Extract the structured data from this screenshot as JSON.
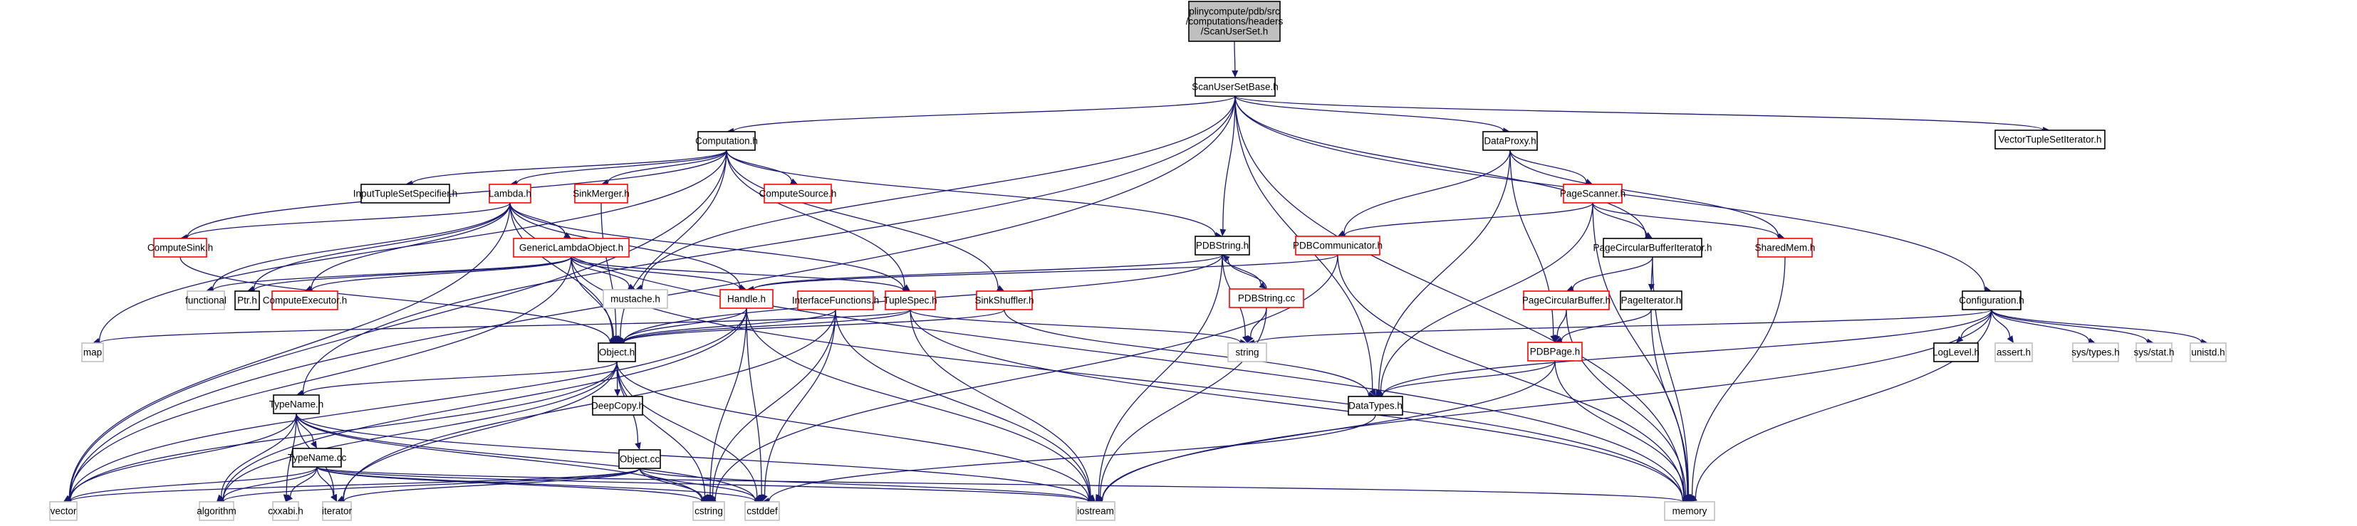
{
  "diagram": {
    "title": "Include dependency graph for ScanUserSet.h",
    "legend_colors": {
      "root_fill": "#bfbfbf",
      "documented_border": "#000000",
      "truncated_border": "#ff0000",
      "external_border": "#bfbfbf",
      "edge": "#191970"
    },
    "nodes": [
      {
        "id": "root",
        "label": "plinycompute/pdb/src\n/computations/headers\n/ScanUserSet.h",
        "kind": "root"
      },
      {
        "id": "ScanUserSetBase",
        "label": "ScanUserSetBase.h",
        "kind": "doc"
      },
      {
        "id": "Computation",
        "label": "Computation.h",
        "kind": "doc"
      },
      {
        "id": "DataProxy",
        "label": "DataProxy.h",
        "kind": "doc"
      },
      {
        "id": "VectorTupleSetIterator",
        "label": "VectorTupleSetIterator.h",
        "kind": "doc"
      },
      {
        "id": "InputTupleSetSpecifier",
        "label": "InputTupleSetSpecifier.h",
        "kind": "doc"
      },
      {
        "id": "Lambda",
        "label": "Lambda.h",
        "kind": "trunc"
      },
      {
        "id": "SinkMerger",
        "label": "SinkMerger.h",
        "kind": "trunc"
      },
      {
        "id": "ComputeSource",
        "label": "ComputeSource.h",
        "kind": "trunc"
      },
      {
        "id": "PageScanner",
        "label": "PageScanner.h",
        "kind": "trunc"
      },
      {
        "id": "ComputeSink",
        "label": "ComputeSink.h",
        "kind": "trunc"
      },
      {
        "id": "GenericLambdaObject",
        "label": "GenericLambdaObject.h",
        "kind": "trunc"
      },
      {
        "id": "PDBString",
        "label": "PDBString.h",
        "kind": "doc"
      },
      {
        "id": "PDBCommunicator",
        "label": "PDBCommunicator.h",
        "kind": "trunc"
      },
      {
        "id": "PageCircularBufferIterator",
        "label": "PageCircularBufferIterator.h",
        "kind": "doc"
      },
      {
        "id": "SharedMem",
        "label": "SharedMem.h",
        "kind": "trunc"
      },
      {
        "id": "functional",
        "label": "functional",
        "kind": "ext"
      },
      {
        "id": "Ptr",
        "label": "Ptr.h",
        "kind": "doc"
      },
      {
        "id": "ComputeExecutor",
        "label": "ComputeExecutor.h",
        "kind": "trunc"
      },
      {
        "id": "mustache",
        "label": "mustache.h",
        "kind": "ext"
      },
      {
        "id": "Handle",
        "label": "Handle.h",
        "kind": "trunc"
      },
      {
        "id": "InterfaceFunctions",
        "label": "InterfaceFunctions.h",
        "kind": "trunc"
      },
      {
        "id": "TupleSpec",
        "label": "TupleSpec.h",
        "kind": "trunc"
      },
      {
        "id": "SinkShuffler",
        "label": "SinkShuffler.h",
        "kind": "trunc"
      },
      {
        "id": "PDBStringCC",
        "label": "PDBString.cc",
        "kind": "trunc"
      },
      {
        "id": "PageCircularBuffer",
        "label": "PageCircularBuffer.h",
        "kind": "trunc"
      },
      {
        "id": "PageIterator",
        "label": "PageIterator.h",
        "kind": "doc"
      },
      {
        "id": "Configuration",
        "label": "Configuration.h",
        "kind": "doc"
      },
      {
        "id": "map",
        "label": "map",
        "kind": "ext"
      },
      {
        "id": "Object",
        "label": "Object.h",
        "kind": "doc"
      },
      {
        "id": "string",
        "label": "string",
        "kind": "ext"
      },
      {
        "id": "PDBPage",
        "label": "PDBPage.h",
        "kind": "trunc"
      },
      {
        "id": "LogLevel",
        "label": "LogLevel.h",
        "kind": "doc"
      },
      {
        "id": "assert",
        "label": "assert.h",
        "kind": "ext"
      },
      {
        "id": "systypes",
        "label": "sys/types.h",
        "kind": "ext"
      },
      {
        "id": "sysstat",
        "label": "sys/stat.h",
        "kind": "ext"
      },
      {
        "id": "unistd",
        "label": "unistd.h",
        "kind": "ext"
      },
      {
        "id": "TypeName",
        "label": "TypeName.h",
        "kind": "doc"
      },
      {
        "id": "DeepCopy",
        "label": "DeepCopy.h",
        "kind": "doc"
      },
      {
        "id": "DataTypes",
        "label": "DataTypes.h",
        "kind": "doc"
      },
      {
        "id": "TypeNameCC",
        "label": "TypeName.cc",
        "kind": "doc"
      },
      {
        "id": "ObjectCC",
        "label": "Object.cc",
        "kind": "doc"
      },
      {
        "id": "vector",
        "label": "vector",
        "kind": "ext"
      },
      {
        "id": "algorithm",
        "label": "algorithm",
        "kind": "ext"
      },
      {
        "id": "cxxabi",
        "label": "cxxabi.h",
        "kind": "ext"
      },
      {
        "id": "iterator",
        "label": "iterator",
        "kind": "ext"
      },
      {
        "id": "cstring",
        "label": "cstring",
        "kind": "ext"
      },
      {
        "id": "cstddef",
        "label": "cstddef",
        "kind": "ext"
      },
      {
        "id": "iostream",
        "label": "iostream",
        "kind": "ext"
      },
      {
        "id": "memory",
        "label": "memory",
        "kind": "ext"
      }
    ],
    "edges": [
      [
        "root",
        "ScanUserSetBase"
      ],
      [
        "ScanUserSetBase",
        "Computation"
      ],
      [
        "ScanUserSetBase",
        "DataProxy"
      ],
      [
        "ScanUserSetBase",
        "VectorTupleSetIterator"
      ],
      [
        "ScanUserSetBase",
        "vector"
      ],
      [
        "ScanUserSetBase",
        "TypeName"
      ],
      [
        "ScanUserSetBase",
        "mustache"
      ],
      [
        "ScanUserSetBase",
        "PDBString"
      ],
      [
        "ScanUserSetBase",
        "DataTypes"
      ],
      [
        "ScanUserSetBase",
        "PageCircularBufferIterator"
      ],
      [
        "ScanUserSetBase",
        "Configuration"
      ],
      [
        "ScanUserSetBase",
        "memory"
      ],
      [
        "Computation",
        "InputTupleSetSpecifier"
      ],
      [
        "Computation",
        "Lambda"
      ],
      [
        "Computation",
        "SinkMerger"
      ],
      [
        "Computation",
        "ComputeSource"
      ],
      [
        "Computation",
        "ComputeSink"
      ],
      [
        "Computation",
        "SinkShuffler"
      ],
      [
        "Computation",
        "PDBString"
      ],
      [
        "Computation",
        "map"
      ],
      [
        "Computation",
        "vector"
      ],
      [
        "Computation",
        "Object"
      ],
      [
        "Computation",
        "TupleSpec"
      ],
      [
        "Lambda",
        "GenericLambdaObject"
      ],
      [
        "Lambda",
        "ComputeSink"
      ],
      [
        "Lambda",
        "functional"
      ],
      [
        "Lambda",
        "Ptr"
      ],
      [
        "Lambda",
        "ComputeExecutor"
      ],
      [
        "Lambda",
        "Handle"
      ],
      [
        "Lambda",
        "TupleSpec"
      ],
      [
        "Lambda",
        "vector"
      ],
      [
        "Lambda",
        "Object"
      ],
      [
        "Lambda",
        "memory"
      ],
      [
        "GenericLambdaObject",
        "functional"
      ],
      [
        "GenericLambdaObject",
        "Ptr"
      ],
      [
        "GenericLambdaObject",
        "ComputeExecutor"
      ],
      [
        "GenericLambdaObject",
        "mustache"
      ],
      [
        "GenericLambdaObject",
        "Handle"
      ],
      [
        "GenericLambdaObject",
        "Object"
      ],
      [
        "GenericLambdaObject",
        "TupleSpec"
      ],
      [
        "GenericLambdaObject",
        "vector"
      ],
      [
        "GenericLambdaObject",
        "memory"
      ],
      [
        "SinkMerger",
        "Object"
      ],
      [
        "ComputeSink",
        "Object"
      ],
      [
        "SinkShuffler",
        "Object"
      ],
      [
        "SinkShuffler",
        "DataTypes"
      ],
      [
        "DataProxy",
        "PageScanner"
      ],
      [
        "DataProxy",
        "PDBCommunicator"
      ],
      [
        "DataProxy",
        "DataTypes"
      ],
      [
        "DataProxy",
        "PDBPage"
      ],
      [
        "DataProxy",
        "SharedMem"
      ],
      [
        "PageScanner",
        "PDBCommunicator"
      ],
      [
        "PageScanner",
        "PageCircularBufferIterator"
      ],
      [
        "PageScanner",
        "SharedMem"
      ],
      [
        "PageScanner",
        "DataTypes"
      ],
      [
        "PageScanner",
        "memory"
      ],
      [
        "PDBCommunicator",
        "Handle"
      ],
      [
        "PDBCommunicator",
        "memory"
      ],
      [
        "PDBCommunicator",
        "cstring"
      ],
      [
        "PageCircularBufferIterator",
        "PageCircularBuffer"
      ],
      [
        "PageCircularBufferIterator",
        "PageIterator"
      ],
      [
        "PageCircularBufferIterator",
        "memory"
      ],
      [
        "PageCircularBuffer",
        "PDBPage"
      ],
      [
        "PageCircularBuffer",
        "memory"
      ],
      [
        "PageIterator",
        "PDBPage"
      ],
      [
        "PageIterator",
        "memory"
      ],
      [
        "PDBPage",
        "DataTypes"
      ],
      [
        "PDBPage",
        "memory"
      ],
      [
        "PDBPage",
        "iostream"
      ],
      [
        "SharedMem",
        "memory"
      ],
      [
        "PDBString",
        "PDBStringCC"
      ],
      [
        "PDBString",
        "string"
      ],
      [
        "PDBString",
        "Handle"
      ],
      [
        "PDBString",
        "Object"
      ],
      [
        "PDBString",
        "iostream"
      ],
      [
        "PDBStringCC",
        "PDBString"
      ],
      [
        "PDBStringCC",
        "string"
      ],
      [
        "PDBStringCC",
        "iostream"
      ],
      [
        "Handle",
        "Object"
      ],
      [
        "Handle",
        "cstddef"
      ],
      [
        "Handle",
        "cstring"
      ],
      [
        "Handle",
        "iostream"
      ],
      [
        "Handle",
        "vector"
      ],
      [
        "Handle",
        "algorithm"
      ],
      [
        "InterfaceFunctions",
        "Object"
      ],
      [
        "InterfaceFunctions",
        "cstddef"
      ],
      [
        "InterfaceFunctions",
        "iostream"
      ],
      [
        "InterfaceFunctions",
        "cstring"
      ],
      [
        "InterfaceFunctions",
        "iterator"
      ],
      [
        "TupleSpec",
        "Object"
      ],
      [
        "TupleSpec",
        "string"
      ],
      [
        "TupleSpec",
        "iostream"
      ],
      [
        "TupleSpec",
        "memory"
      ],
      [
        "TupleSpec",
        "map"
      ],
      [
        "Configuration",
        "LogLevel"
      ],
      [
        "Configuration",
        "assert"
      ],
      [
        "Configuration",
        "systypes"
      ],
      [
        "Configuration",
        "sysstat"
      ],
      [
        "Configuration",
        "unistd"
      ],
      [
        "Configuration",
        "string"
      ],
      [
        "Configuration",
        "DataTypes"
      ],
      [
        "Configuration",
        "memory"
      ],
      [
        "Configuration",
        "iostream"
      ],
      [
        "DataTypes",
        "cstddef"
      ],
      [
        "Object",
        "TypeName"
      ],
      [
        "Object",
        "DeepCopy"
      ],
      [
        "Object",
        "ObjectCC"
      ],
      [
        "Object",
        "vector"
      ],
      [
        "Object",
        "algorithm"
      ],
      [
        "Object",
        "cstring"
      ],
      [
        "Object",
        "cstddef"
      ],
      [
        "Object",
        "iostream"
      ],
      [
        "Object",
        "iterator"
      ],
      [
        "TypeName",
        "TypeNameCC"
      ],
      [
        "TypeName",
        "vector"
      ],
      [
        "TypeName",
        "algorithm"
      ],
      [
        "TypeName",
        "cxxabi"
      ],
      [
        "TypeName",
        "iterator"
      ],
      [
        "TypeName",
        "cstring"
      ],
      [
        "TypeName",
        "iostream"
      ],
      [
        "TypeName",
        "cstddef"
      ],
      [
        "TypeNameCC",
        "vector"
      ],
      [
        "TypeNameCC",
        "algorithm"
      ],
      [
        "TypeNameCC",
        "cxxabi"
      ],
      [
        "TypeNameCC",
        "iterator"
      ],
      [
        "TypeNameCC",
        "cstring"
      ],
      [
        "TypeNameCC",
        "cstddef"
      ],
      [
        "TypeNameCC",
        "iostream"
      ],
      [
        "TypeNameCC",
        "memory"
      ],
      [
        "ObjectCC",
        "vector"
      ],
      [
        "ObjectCC",
        "algorithm"
      ],
      [
        "ObjectCC",
        "iterator"
      ],
      [
        "ObjectCC",
        "cstring"
      ],
      [
        "ObjectCC",
        "cstddef"
      ],
      [
        "ObjectCC",
        "iostream"
      ]
    ]
  }
}
